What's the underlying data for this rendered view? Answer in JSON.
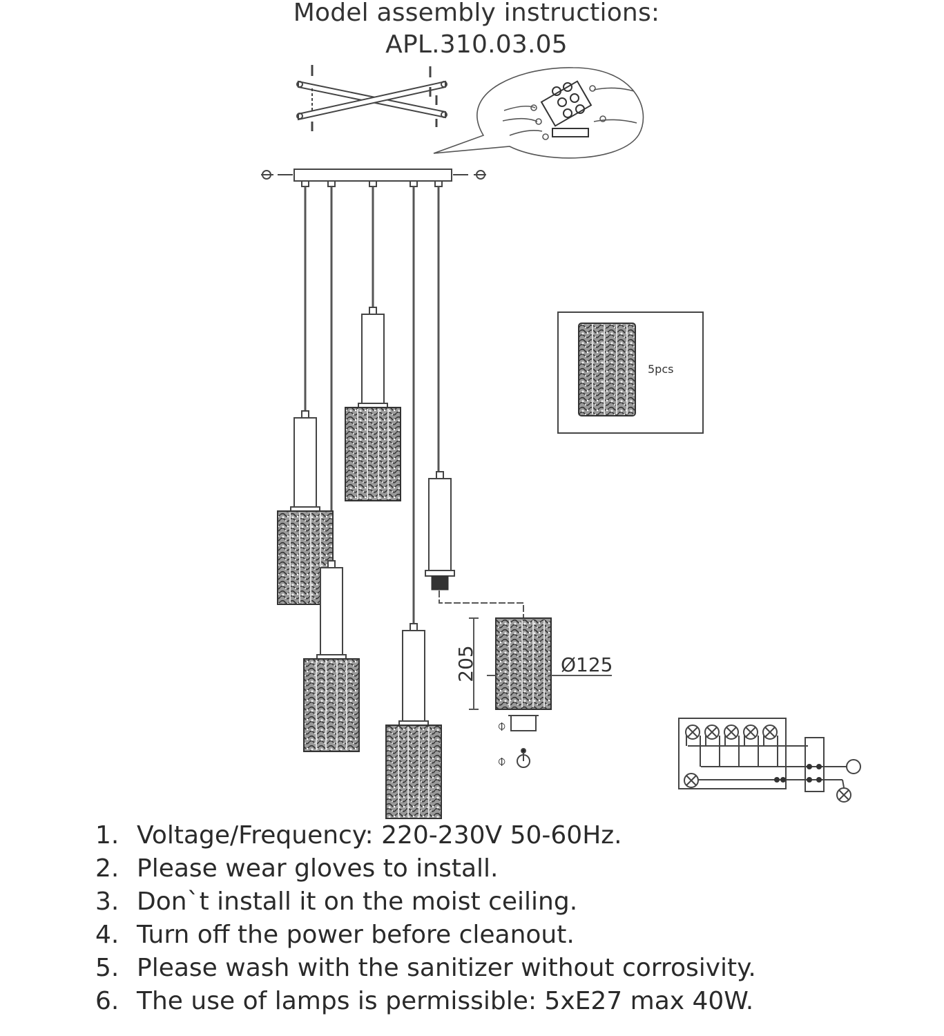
{
  "header": {
    "title_line1": "Model assembly instructions:",
    "title_line2": "APL.310.03.05"
  },
  "parts_box": {
    "quantity_label": "5pcs"
  },
  "dimensions": {
    "height_label": "205",
    "diameter_label": "Ø125"
  },
  "pendants": {
    "count": 5
  },
  "wiring_diagram": {
    "lamp_count": 5
  },
  "notes": [
    {
      "num": "1.",
      "text": "Voltage/Frequency: 220-230V 50-60Hz."
    },
    {
      "num": "2.",
      "text": "Please wear gloves to install."
    },
    {
      "num": "3.",
      "text": "Don`t install it on the moist ceiling."
    },
    {
      "num": "4.",
      "text": "Turn off the power before cleanout."
    },
    {
      "num": "5.",
      "text": "Please wash with the sanitizer without corrosivity."
    },
    {
      "num": "6.",
      "text": "The use of lamps is permissible: 5xE27 max 40W."
    }
  ]
}
